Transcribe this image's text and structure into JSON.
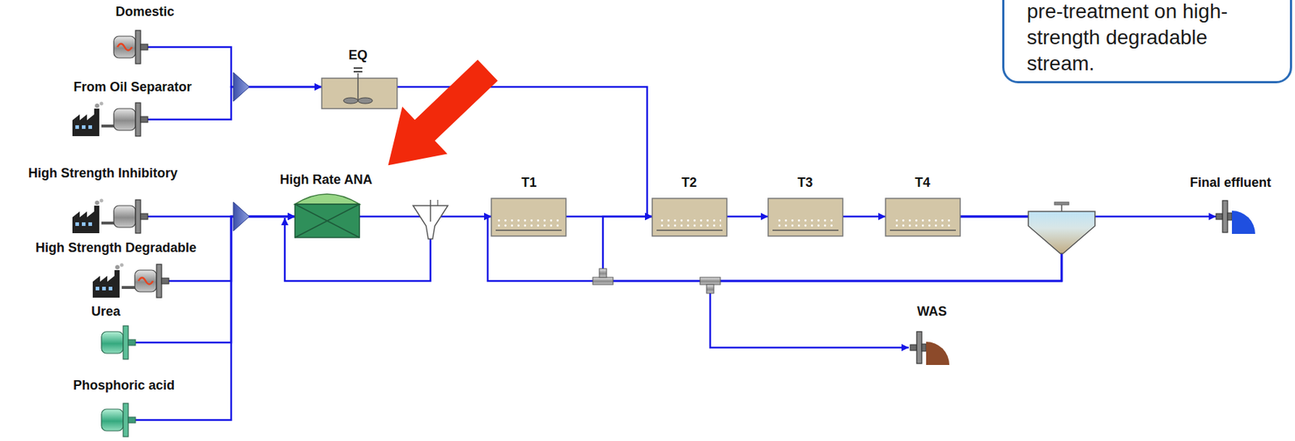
{
  "diagram": {
    "nodes": [
      {
        "text": [
          "Domestic"
        ]
      },
      {
        "text": [
          "From Oil Separator"
        ]
      },
      {
        "text": [
          "High Strength Inhibitory"
        ]
      },
      {
        "text": [
          "High Strength Degradable"
        ]
      },
      {
        "text": [
          "Urea"
        ]
      },
      {
        "text": [
          "Phosphoric acid"
        ]
      },
      {
        "text": [
          "EQ"
        ]
      },
      {
        "text": [
          "High Rate ANA"
        ]
      },
      {
        "text": [
          "T1"
        ]
      },
      {
        "text": [
          "T2"
        ]
      },
      {
        "text": [
          "T3"
        ]
      },
      {
        "text": [
          "T4"
        ]
      },
      {
        "text": [
          "Final effluent"
        ]
      },
      {
        "text": [
          "WAS"
        ]
      },
      {
        "text": [
          "pre-treatment on high- strength degradable stream."
        ]
      }
    ],
    "edges": [
      {
        "from": 0,
        "to": 6,
        "arrow": "to"
      },
      {
        "from": 1,
        "to": 6,
        "arrow": "to"
      },
      {
        "from": 6,
        "to": 9,
        "arrow": "to"
      },
      {
        "from": 2,
        "to": 7,
        "arrow": "to"
      },
      {
        "from": 3,
        "to": 7,
        "arrow": "to"
      },
      {
        "from": 4,
        "to": 7,
        "arrow": "to"
      },
      {
        "from": 5,
        "to": 7,
        "arrow": "to"
      },
      {
        "from": 7,
        "to": 8,
        "arrow": "to"
      },
      {
        "from": 8,
        "to": 9,
        "arrow": "to"
      },
      {
        "from": 9,
        "to": 10,
        "arrow": "to"
      },
      {
        "from": 10,
        "to": 11,
        "arrow": "to"
      },
      {
        "from": 11,
        "to": 12,
        "arrow": "to"
      },
      {
        "from": 11,
        "to": 13,
        "arrow": "to"
      },
      {
        "from": 11,
        "to": 8,
        "arrow": "to"
      },
      {
        "from": 11,
        "to": 9,
        "arrow": "to"
      }
    ]
  }
}
